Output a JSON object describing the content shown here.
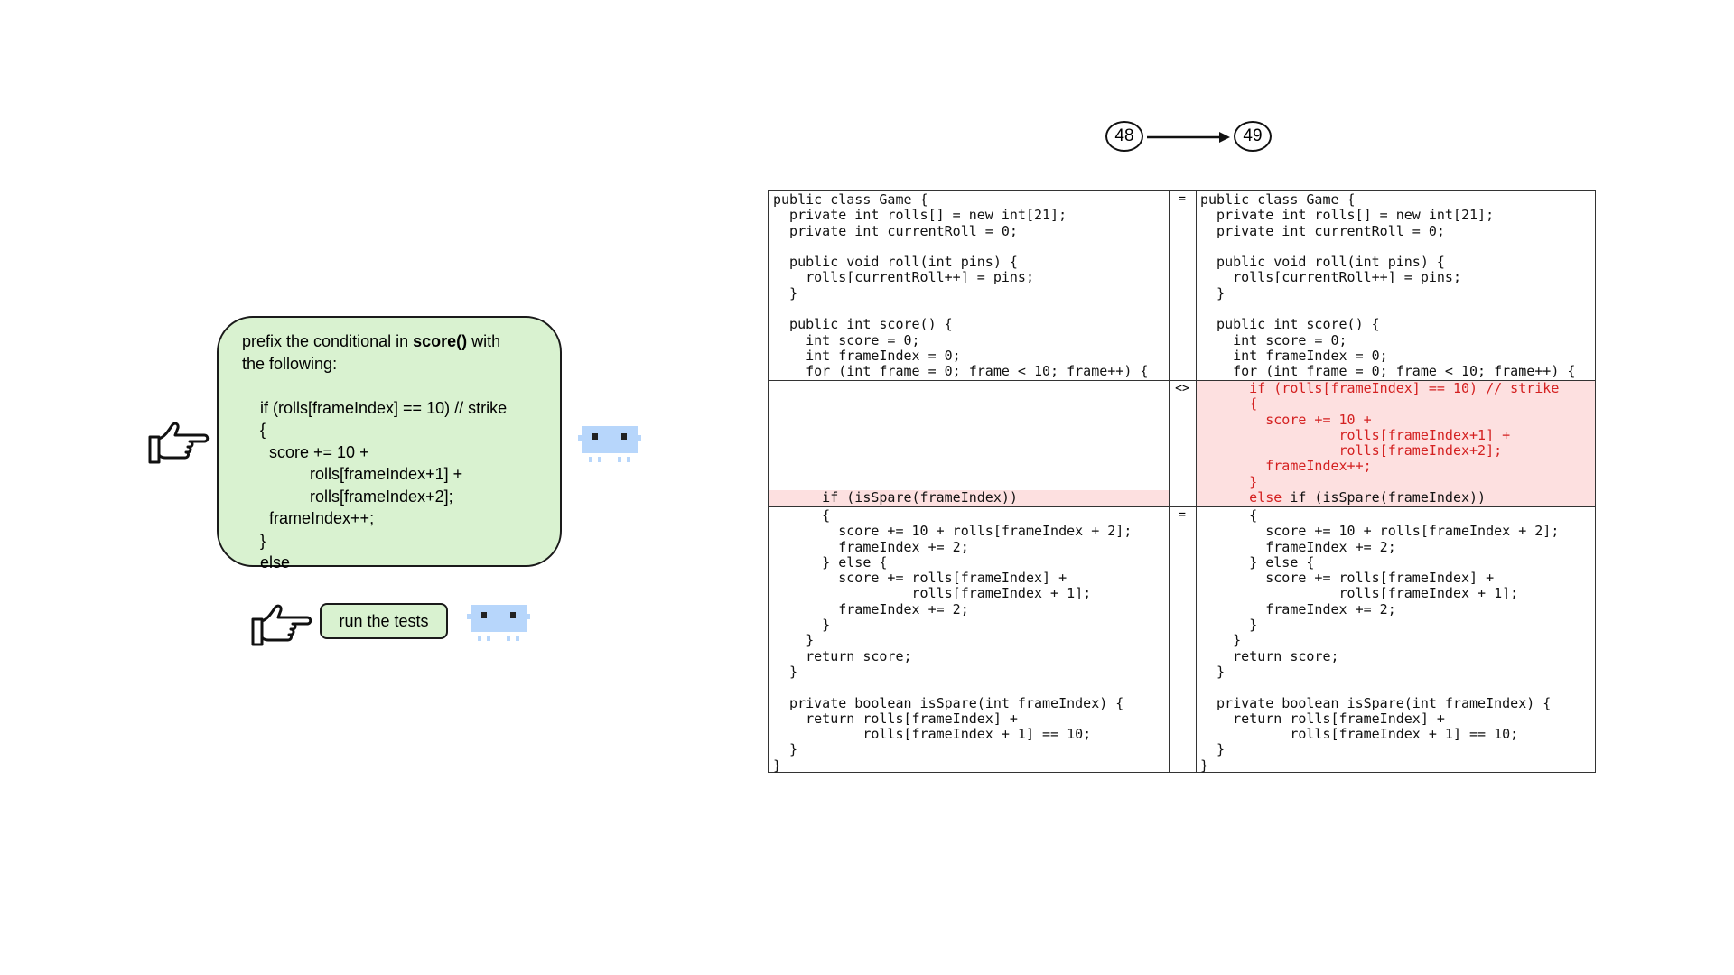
{
  "instruction": {
    "lines": [
      {
        "pre": "prefix the conditional in ",
        "bold": "score()",
        "post": " with"
      },
      {
        "pre": "the following:",
        "bold": "",
        "post": ""
      },
      {
        "pre": "",
        "bold": "",
        "post": ""
      },
      {
        "pre": "    if (rolls[frameIndex] == 10) // strike",
        "bold": "",
        "post": ""
      },
      {
        "pre": "    {",
        "bold": "",
        "post": ""
      },
      {
        "pre": "      score += 10 +",
        "bold": "",
        "post": ""
      },
      {
        "pre": "               rolls[frameIndex+1] +",
        "bold": "",
        "post": ""
      },
      {
        "pre": "               rolls[frameIndex+2];",
        "bold": "",
        "post": ""
      },
      {
        "pre": "      frameIndex++;",
        "bold": "",
        "post": ""
      },
      {
        "pre": "    }",
        "bold": "",
        "post": ""
      },
      {
        "pre": "    else",
        "bold": "",
        "post": ""
      }
    ]
  },
  "run_button": {
    "label": "run the tests"
  },
  "versions": {
    "from": "48",
    "to": "49"
  },
  "markers": {
    "top": "=",
    "middle": "<>",
    "bottom": "="
  },
  "left_top": [
    "public class Game {",
    "  private int rolls[] = new int[21];",
    "  private int currentRoll = 0;",
    "",
    "  public void roll(int pins) {",
    "    rolls[currentRoll++] = pins;",
    "  }",
    "",
    "  public int score() {",
    "    int score = 0;",
    "    int frameIndex = 0;",
    "    for (int frame = 0; frame < 10; frame++) {"
  ],
  "left_mid": [
    "      if (isSpare(frameIndex))"
  ],
  "right_top": [
    "public class Game {",
    "  private int rolls[] = new int[21];",
    "  private int currentRoll = 0;",
    "",
    "  public void roll(int pins) {",
    "    rolls[currentRoll++] = pins;",
    "  }",
    "",
    "  public int score() {",
    "    int score = 0;",
    "    int frameIndex = 0;",
    "    for (int frame = 0; frame < 10; frame++) {"
  ],
  "right_mid": [
    "      if (rolls[frameIndex] == 10) // strike",
    "      {",
    "        score += 10 +",
    "                 rolls[frameIndex+1] +",
    "                 rolls[frameIndex+2];",
    "        frameIndex++;",
    "      }"
  ],
  "right_mid_last": {
    "added": "      else ",
    "plain": "if (isSpare(frameIndex))"
  },
  "bottom": [
    "      {",
    "        score += 10 + rolls[frameIndex + 2];",
    "        frameIndex += 2;",
    "      } else {",
    "        score += rolls[frameIndex] +",
    "                 rolls[frameIndex + 1];",
    "        frameIndex += 2;",
    "      }",
    "    }",
    "    return score;",
    "  }",
    "",
    "  private boolean isSpare(int frameIndex) {",
    "    return rolls[frameIndex] +",
    "           rolls[frameIndex + 1] == 10;",
    "  }",
    "}"
  ]
}
